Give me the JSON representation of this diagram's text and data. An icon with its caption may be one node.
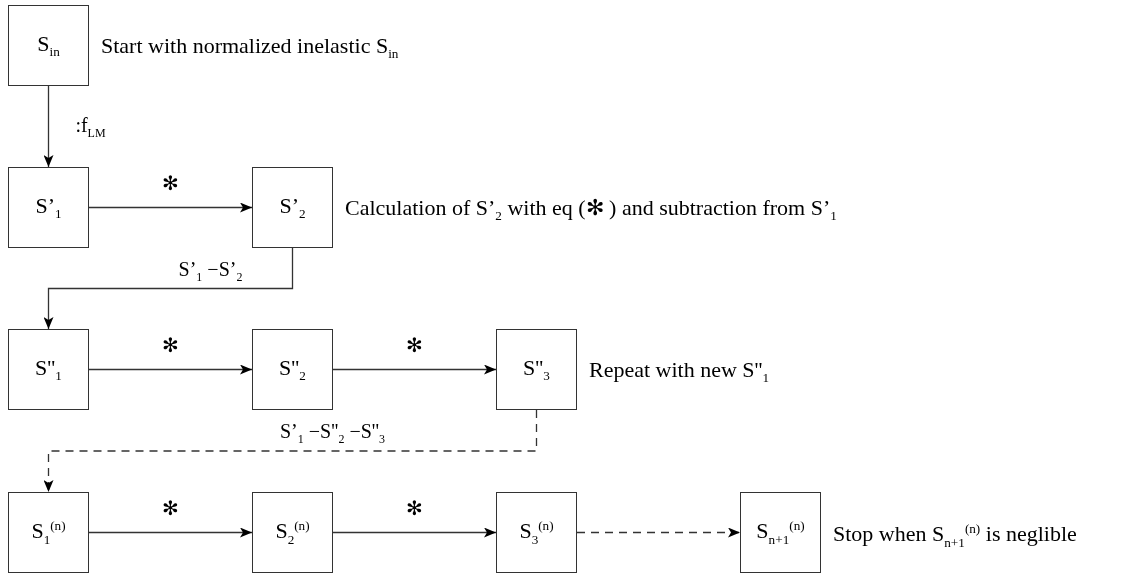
{
  "diagram": {
    "nodes": [
      {
        "text": [
          "S$_{in}$"
        ],
        "beside": [
          "Start with normalized inelastic S$_{in}$"
        ]
      },
      {
        "text": [
          "S’$_{1}$"
        ]
      },
      {
        "text": [
          "S’$_{2}$"
        ],
        "beside": [
          "Calculation of S’$_{2}$ with eq (✻ ) and subtraction from S’$_{1}$"
        ]
      },
      {
        "text": [
          "S''$_{1}$"
        ]
      },
      {
        "text": [
          "S''$_{2}$"
        ]
      },
      {
        "text": [
          "S''$_{3}$"
        ],
        "beside": [
          "Repeat with new S''$_{1}$"
        ]
      },
      {
        "text": [
          "S$_{1}$$^{(n)}$"
        ]
      },
      {
        "text": [
          "S$_{2}$$^{(n)}$"
        ]
      },
      {
        "text": [
          "S$_{3}$$^{(n)}$"
        ]
      },
      {
        "text": [
          "S$_{n+1}$$^{(n)}$"
        ],
        "beside": [
          "Stop when S$_{n+1}$$^{(n)}$ is neglible"
        ]
      }
    ],
    "edges": [
      {
        "from": 0,
        "to": 1,
        "arrow": "to",
        "label": ":f$_{LM}$"
      },
      {
        "from": 1,
        "to": 2,
        "arrow": "to",
        "label": "✻"
      },
      {
        "from": 2,
        "to": 3,
        "arrow": "to",
        "label": "S’$_{1}$ −S’$_{2}$"
      },
      {
        "from": 3,
        "to": 4,
        "arrow": "to",
        "label": "✻"
      },
      {
        "from": 4,
        "to": 5,
        "arrow": "to",
        "label": "✻"
      },
      {
        "from": 5,
        "to": 6,
        "arrow": "to",
        "label": "S’$_{1}$ −S''$_{2}$ −S''$_{3}$",
        "style": "dashed"
      },
      {
        "from": 6,
        "to": 7,
        "arrow": "to",
        "label": "✻"
      },
      {
        "from": 7,
        "to": 8,
        "arrow": "to",
        "label": "✻"
      },
      {
        "from": 8,
        "to": 9,
        "arrow": "to",
        "style": "dashed"
      }
    ]
  }
}
